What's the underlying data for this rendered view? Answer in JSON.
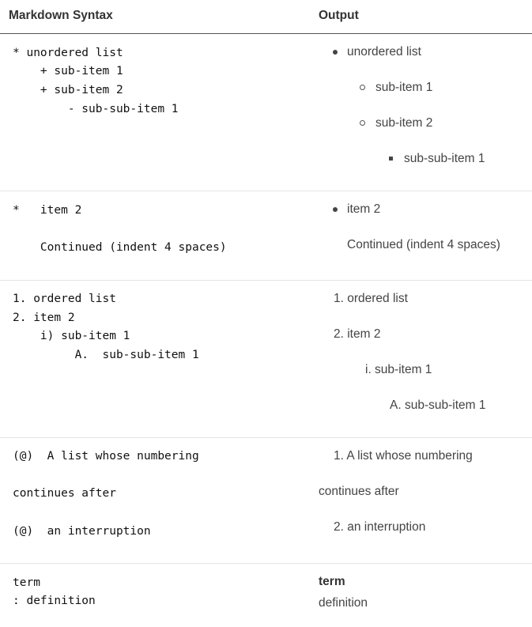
{
  "header": {
    "syntax": "Markdown Syntax",
    "output": "Output"
  },
  "rows": [
    {
      "syntax": {
        "l1": "* unordered list",
        "l2": "    + sub-item 1",
        "l3": "    + sub-item 2",
        "l4": "        - sub-sub-item 1"
      },
      "output": {
        "a": "unordered list",
        "b": "sub-item 1",
        "c": "sub-item 2",
        "d": "sub-sub-item 1"
      }
    },
    {
      "syntax": {
        "l1": "*   item 2",
        "l2": "    Continued (indent 4 spaces)"
      },
      "output": {
        "a": "item 2",
        "b": "Continued (indent 4 spaces)"
      }
    },
    {
      "syntax": {
        "l1": "1. ordered list",
        "l2": "2. item 2",
        "l3": "    i) sub-item 1",
        "l4": "         A.  sub-sub-item 1"
      },
      "output": {
        "a": "1. ordered list",
        "b": "2. item 2",
        "c": "i. sub-item 1",
        "d": "A. sub-sub-item 1"
      }
    },
    {
      "syntax": {
        "l1": "(@)  A list whose numbering",
        "l2": "continues after",
        "l3": "(@)  an interruption"
      },
      "output": {
        "a": "1. A list whose numbering",
        "b": "continues after",
        "c": "2. an interruption"
      }
    },
    {
      "syntax": {
        "l1": "term",
        "l2": ": definition"
      },
      "output": {
        "term": "term",
        "definition": "definition"
      }
    }
  ]
}
